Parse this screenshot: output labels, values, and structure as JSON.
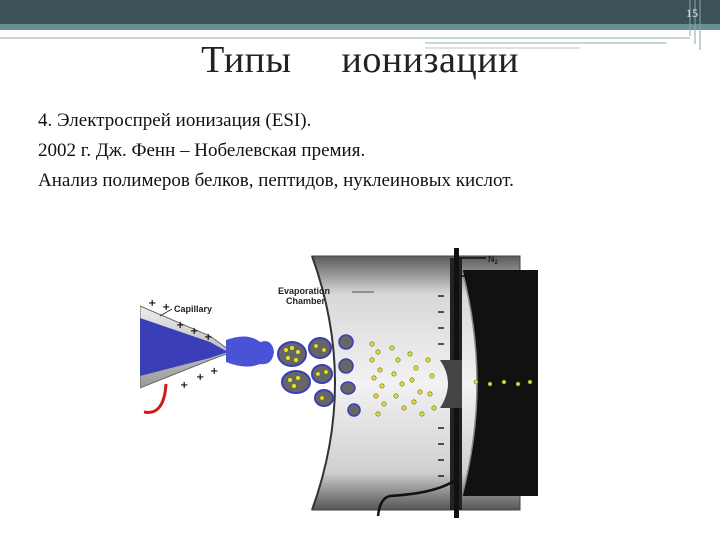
{
  "slide": {
    "number": "15",
    "title_word1": "Типы",
    "title_word2": "ионизации"
  },
  "content": {
    "lines": [
      "4.  Электроспрей ионизация (ESI).",
      "2002 г. Дж. Фенн – Нобелевская премия.",
      "Анализ полимеров белков, пептидов, нуклеиновых кислот."
    ]
  },
  "figure": {
    "label_capillary": "Capillary",
    "label_evaporation_1": "Evaporation",
    "label_evaporation_2": "Chamber",
    "label_gas": "N",
    "label_gas_sub": "2"
  },
  "colors": {
    "topbar": "#3b5259",
    "accent": "#6c8d92",
    "spray_blue": "#3a3fb8",
    "droplet_yellow": "#e2dd3c",
    "wire_red": "#d21818"
  }
}
